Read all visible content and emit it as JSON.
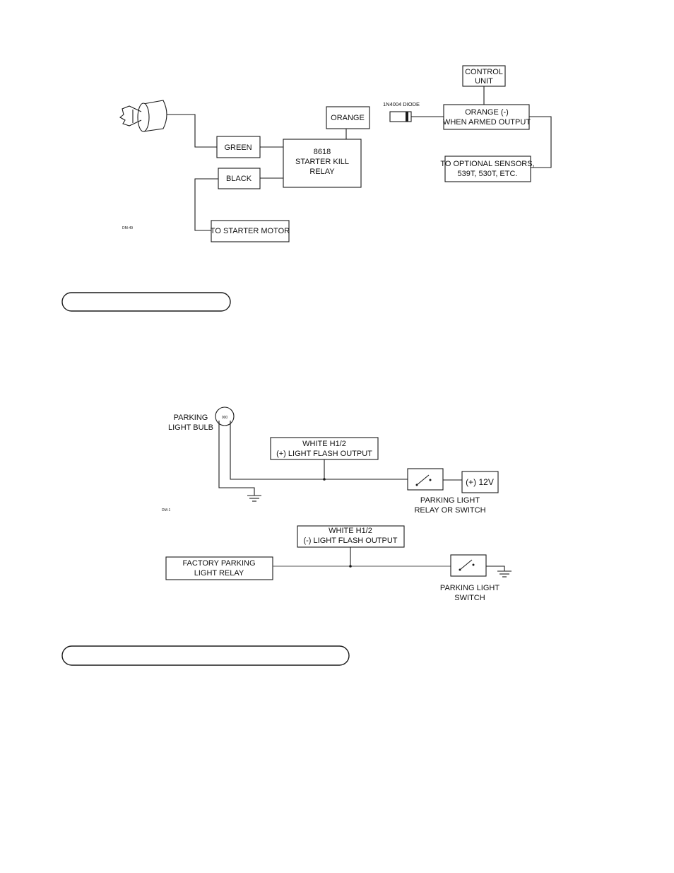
{
  "diagram1": {
    "control_unit": [
      "CONTROL",
      "UNIT"
    ],
    "orange_armed": [
      "ORANGE (-)",
      "WHEN ARMED OUTPUT"
    ],
    "optional_sensors": [
      "TO OPTIONAL SENSORS,",
      "539T, 530T, ETC."
    ],
    "diode": "1N4004 DIODE",
    "orange": "ORANGE",
    "relay": [
      "8618",
      "STARTER KILL",
      "RELAY"
    ],
    "green": "GREEN",
    "black": "BLACK",
    "starter_motor": "TO STARTER MOTOR",
    "code": "DM-49",
    "key_icon": "ignition-key-icon"
  },
  "section_banner_1": "",
  "diagram2": {
    "bulb_label": [
      "PARKING",
      "LIGHT BULB"
    ],
    "bulb_marking": "000",
    "white_pos": [
      "WHITE H1/2",
      "(+) LIGHT FLASH OUTPUT"
    ],
    "v12": "(+) 12V",
    "relay_switch": [
      "PARKING LIGHT",
      "RELAY OR SWITCH"
    ],
    "code": "DM-1",
    "white_neg": [
      "WHITE H1/2",
      "(-) LIGHT FLASH OUTPUT"
    ],
    "factory_relay": [
      "FACTORY PARKING",
      "LIGHT RELAY"
    ],
    "switch": [
      "PARKING LIGHT",
      "SWITCH"
    ]
  },
  "section_banner_2": ""
}
